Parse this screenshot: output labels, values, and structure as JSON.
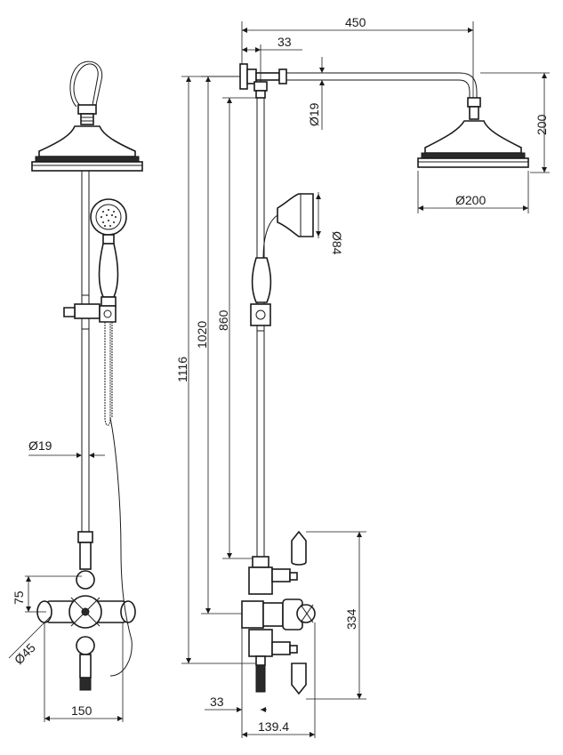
{
  "dimensions": {
    "overall_projection": "450",
    "wall_offset_top": "33",
    "arm_diameter": "Ø19",
    "head_drop": "200",
    "head_diameter": "Ø200",
    "handset_diameter": "Ø84",
    "height_1116": "1116",
    "height_1020": "1020",
    "height_860": "860",
    "riser_diameter": "Ø19",
    "valve_centres": "334",
    "inlet_offset": "75",
    "control_diameter": "Ø45",
    "inlet_centres": "150",
    "wall_offset_bottom": "33",
    "valve_depth": "139.4"
  }
}
